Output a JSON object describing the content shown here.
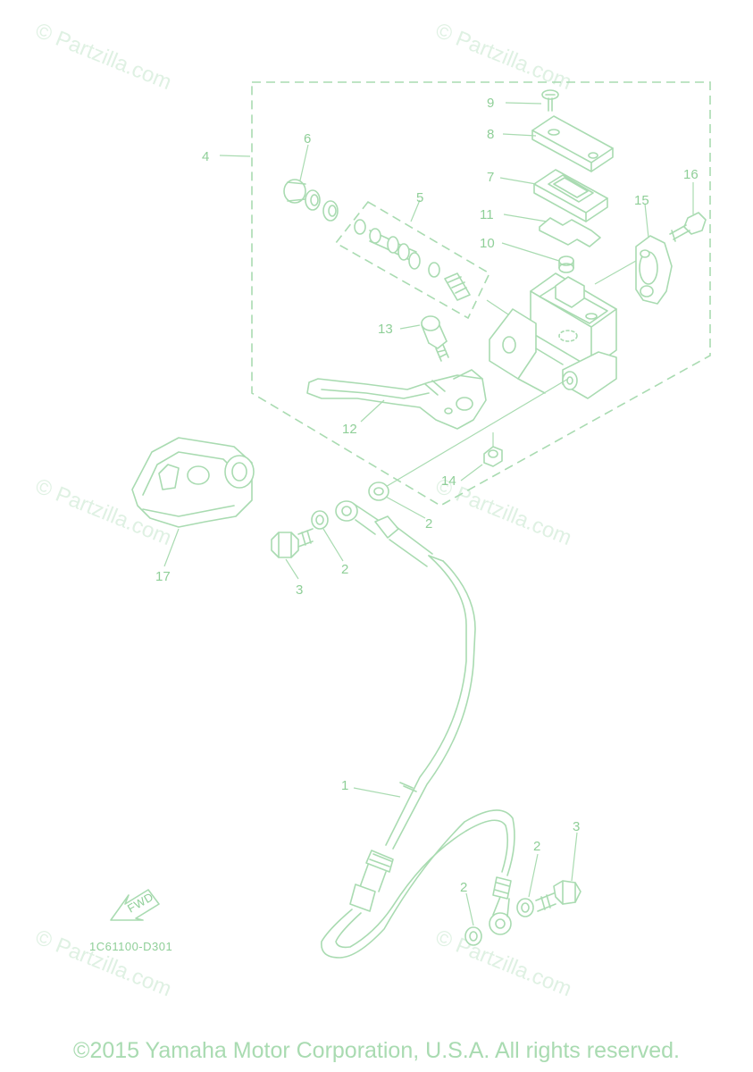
{
  "watermark": "© Partzilla.com",
  "diagram_code": "1C61100-D301",
  "fwd_label": "FWD",
  "copyright": "©2015 Yamaha Motor Corporation, U.S.A. All rights reserved.",
  "callouts": {
    "c1": "1",
    "c2a": "2",
    "c2b": "2",
    "c2c": "2",
    "c2d": "2",
    "c3a": "3",
    "c3b": "3",
    "c4": "4",
    "c5": "5",
    "c6": "6",
    "c7": "7",
    "c8": "8",
    "c9": "9",
    "c10": "10",
    "c11": "11",
    "c12": "12",
    "c13": "13",
    "c14": "14",
    "c15": "15",
    "c16": "16",
    "c17": "17"
  },
  "colors": {
    "line": "#a9dbb1",
    "watermark": "#dff1e3"
  }
}
